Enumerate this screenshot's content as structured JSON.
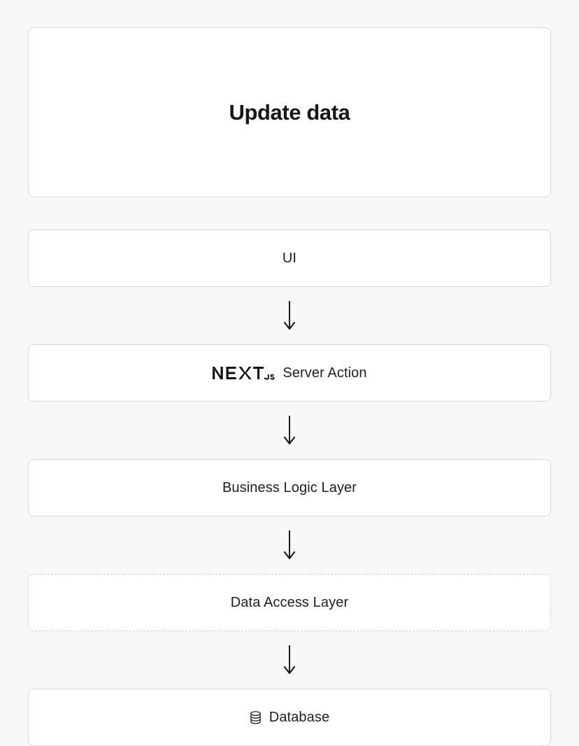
{
  "diagram": {
    "type": "flowchart",
    "direction": "top-to-bottom",
    "background_color": "#f8f8f8",
    "node_fill": "#ffffff",
    "node_border_color": "#d6d6d6",
    "dashed_border_color": "#cfcfcf",
    "text_color": "#1f1f1f",
    "heading_color": "#171717",
    "hero": {
      "title": "Update data"
    },
    "nodes": [
      {
        "id": "ui",
        "label": "UI",
        "border": "solid",
        "icon": null
      },
      {
        "id": "server-action",
        "label": "Server Action",
        "border": "solid",
        "icon": "nextjs-logo"
      },
      {
        "id": "business-logic-layer",
        "label": "Business Logic Layer",
        "border": "solid",
        "icon": null
      },
      {
        "id": "data-access-layer",
        "label": "Data Access Layer",
        "border": "dashed",
        "icon": null
      },
      {
        "id": "database",
        "label": "Database",
        "border": "solid",
        "icon": "database-icon"
      }
    ],
    "connectors": [
      {
        "from": "ui",
        "to": "server-action",
        "glyph": "down-arrow"
      },
      {
        "from": "server-action",
        "to": "business-logic-layer",
        "glyph": "down-arrow"
      },
      {
        "from": "business-logic-layer",
        "to": "data-access-layer",
        "glyph": "down-arrow"
      },
      {
        "from": "data-access-layer",
        "to": "database",
        "glyph": "down-arrow"
      }
    ]
  }
}
